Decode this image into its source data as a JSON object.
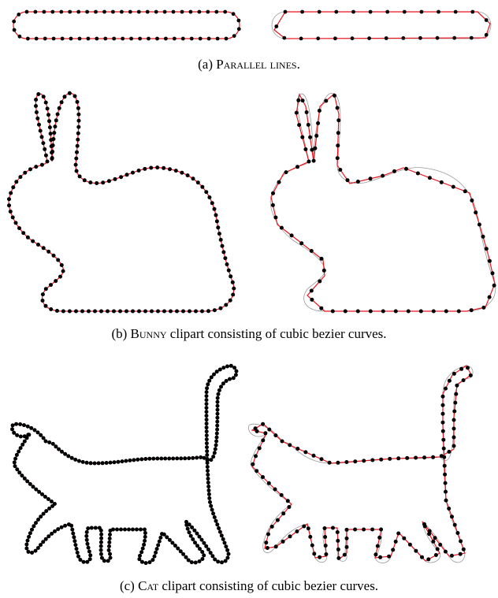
{
  "captions": {
    "a": {
      "prefix": "(a) ",
      "name": "Parallel lines",
      "suffix": "."
    },
    "b": {
      "prefix": "(b) ",
      "name": "Bunny",
      "suffix": " clipart consisting of cubic bezier curves."
    },
    "c": {
      "prefix": "(c) ",
      "name": "Cat",
      "suffix": " clipart consisting of cubic bezier curves."
    }
  },
  "colors": {
    "polyline": "#e8141e",
    "reference_curve": "#9a9a9a",
    "points": "#000000"
  }
}
